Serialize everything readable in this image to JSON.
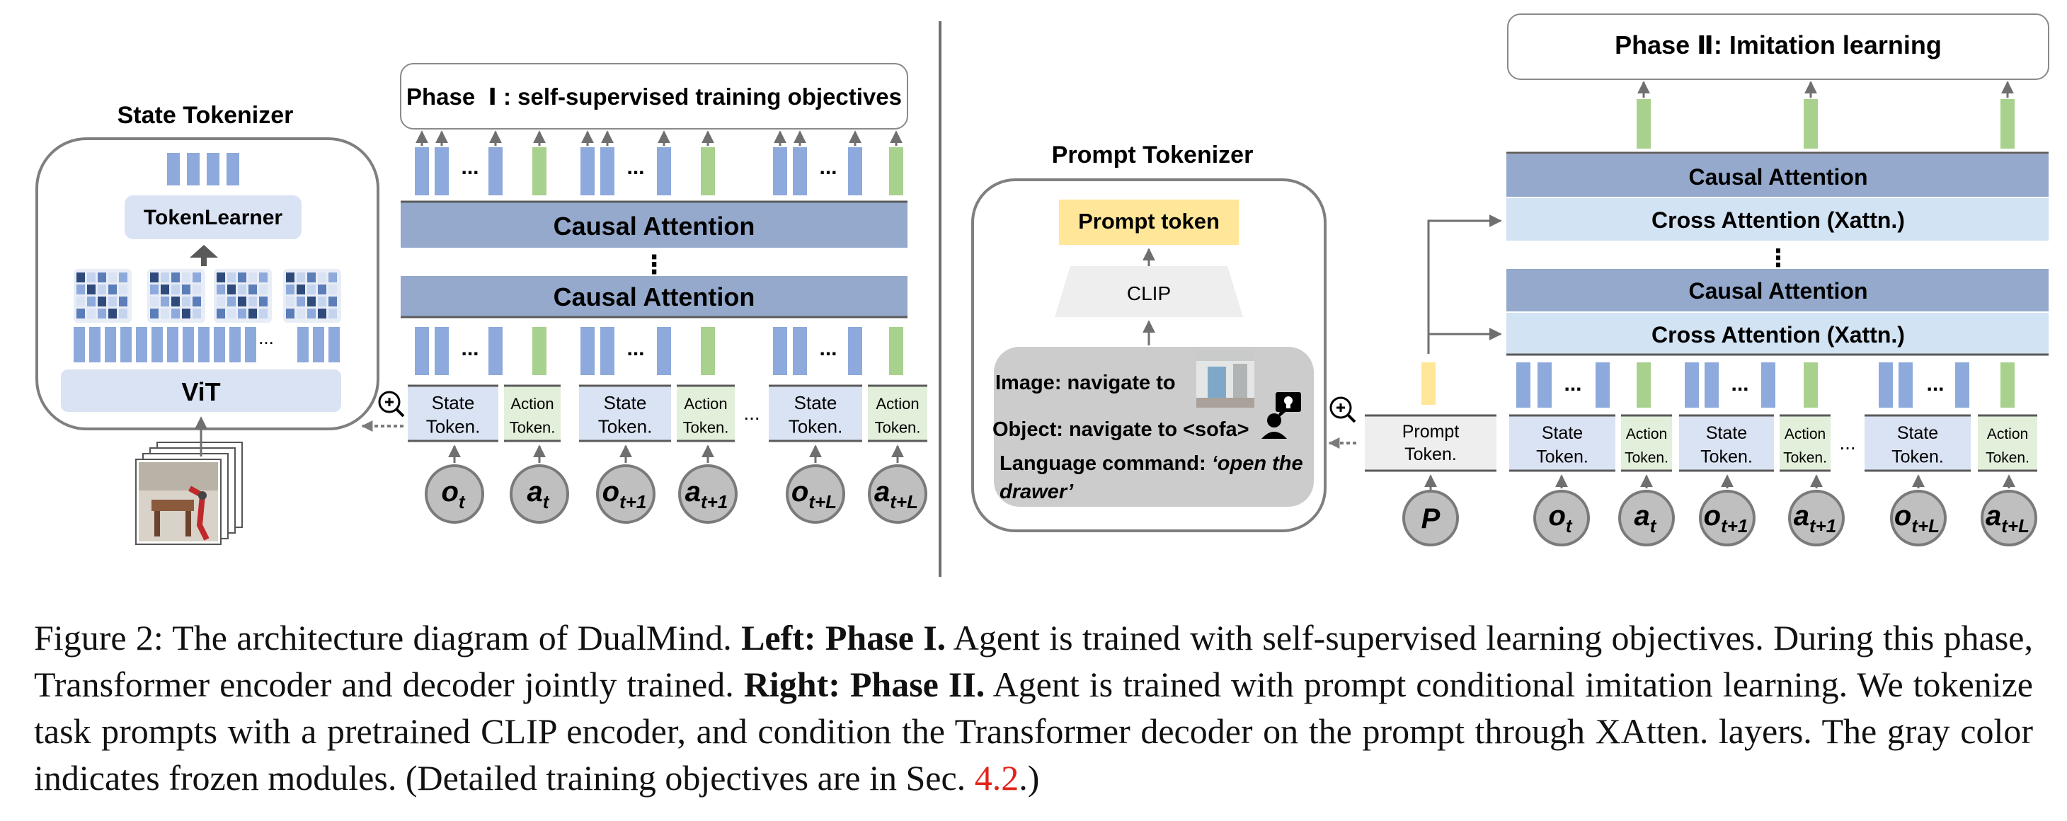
{
  "colors": {
    "attention_dark": "#94a9cc",
    "attention_light": "#d2e3f3",
    "state_bar": "#8ea9db",
    "action_bar": "#a9d18e",
    "state_token_bg": "#dae3f3",
    "action_token_bg": "#e2efda",
    "gray_token_bg": "#eeeeee",
    "prompt_token": "#ffe699",
    "prompt_bar": "#ffe699",
    "module_border": "#7f7f7f",
    "vit_bg": "#dae3f3",
    "frozen_panel": "#cccccc",
    "caption_ref": "#e2231a"
  },
  "left": {
    "state_tokenizer": {
      "title": "State Tokenizer",
      "tokenlearner": "TokenLearner",
      "vit": "ViT",
      "dots": "..."
    },
    "phase1_title": "Phase  Ⅰ : self-supervised training objectives",
    "causal_attention": "Causal Attention",
    "vdots": "⋮",
    "bar_dots": "...",
    "token_dots": "...",
    "tokens": [
      {
        "line1": "State",
        "line2": "Token."
      },
      {
        "line1": "Action",
        "line2": "Token."
      },
      {
        "line1": "State",
        "line2": "Token."
      },
      {
        "line1": "Action",
        "line2": "Token."
      },
      {
        "line1": "State",
        "line2": "Token."
      },
      {
        "line1": "Action",
        "line2": "Token."
      }
    ],
    "inputs": [
      {
        "sym": "o",
        "sub": "t"
      },
      {
        "sym": "a",
        "sub": "t"
      },
      {
        "sym": "o",
        "sub": "t+1"
      },
      {
        "sym": "a",
        "sub": "t+1"
      },
      {
        "sym": "o",
        "sub": "t+L"
      },
      {
        "sym": "a",
        "sub": "t+L"
      }
    ]
  },
  "right": {
    "prompt_tokenizer": {
      "title": "Prompt Tokenizer",
      "prompt_token": "Prompt token",
      "clip": "CLIP",
      "image_line": "Image: navigate to",
      "object_line": "Object: navigate to <sofa>",
      "language_line_1_prefix": "Language command: ",
      "language_line_1_italic": "‘open the",
      "language_line_2_italic": "drawer’"
    },
    "phase2_title": "Phase Ⅱ: Imitation learning",
    "causal_attention": "Causal Attention",
    "cross_attention": "Cross Attention (Xattn.)",
    "vdots": "⋮",
    "bar_dots": "...",
    "token_dots": "...",
    "prompt_token_box": {
      "line1": "Prompt",
      "line2": "Token."
    },
    "prompt_input": {
      "sym": "P",
      "sub": ""
    },
    "tokens": [
      {
        "line1": "State",
        "line2": "Token."
      },
      {
        "line1": "Action",
        "line2": "Token."
      },
      {
        "line1": "State",
        "line2": "Token."
      },
      {
        "line1": "Action",
        "line2": "Token."
      },
      {
        "line1": "State",
        "line2": "Token."
      },
      {
        "line1": "Action",
        "line2": "Token."
      }
    ],
    "inputs": [
      {
        "sym": "o",
        "sub": "t"
      },
      {
        "sym": "a",
        "sub": "t"
      },
      {
        "sym": "o",
        "sub": "t+1"
      },
      {
        "sym": "a",
        "sub": "t+1"
      },
      {
        "sym": "o",
        "sub": "t+L"
      },
      {
        "sym": "a",
        "sub": "t+L"
      }
    ]
  },
  "caption": {
    "part1": "Figure 2: The architecture diagram of DualMind. ",
    "left_bold": "Left: Phase I.",
    "part2": " Agent is trained with self-supervised learning objectives. During this phase, Transformer encoder and decoder jointly trained. ",
    "right_bold": "Right: Phase II.",
    "part3": " Agent is trained with prompt conditional imitation learning. We tokenize task prompts with a pretrained CLIP encoder, and condition the Transformer decoder on the prompt through XAtten. layers. The gray color indicates frozen modules. (Detailed training objectives are in Sec. ",
    "ref": "4.2",
    "part4": ".)"
  }
}
